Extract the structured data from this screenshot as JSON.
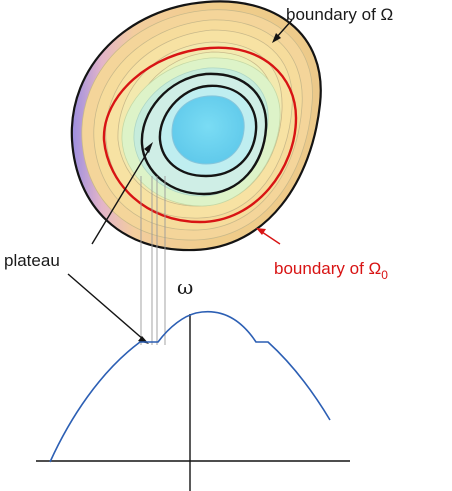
{
  "labels": {
    "boundary_omega": "boundary of Ω",
    "boundary_omega0": "boundary of Ω",
    "boundary_omega0_subscript": "0",
    "plateau": "plateau",
    "omega": "ω"
  },
  "colors": {
    "boundary": "#141414",
    "boundary_omega0": "#d81414",
    "curve": "#2c5fb4",
    "core": "#6cd4f0"
  }
}
